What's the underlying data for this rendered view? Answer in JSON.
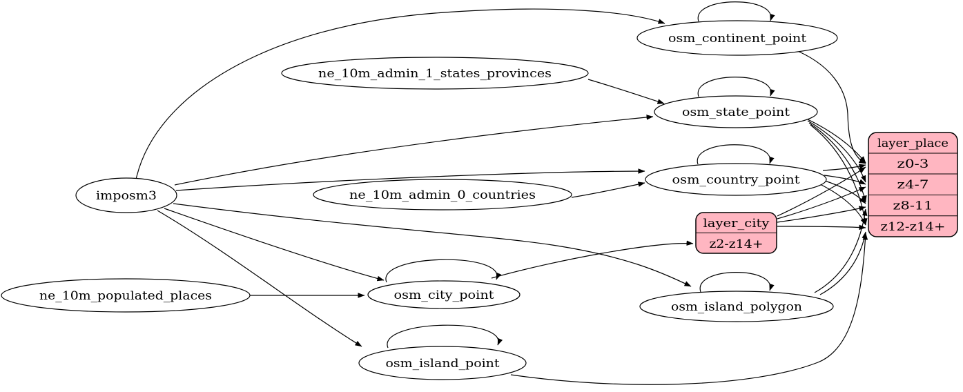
{
  "diagram_type": "etl-mapping-graph",
  "colors": {
    "background": "#ffffff",
    "edge": "#000000",
    "table_fill": "#ffffff",
    "table_stroke": "#000000",
    "layer_fill": "#ffb6c1"
  },
  "nodes": {
    "imposm3": {
      "label": "imposm3"
    },
    "ne_10m_admin_1_states_provinces": {
      "label": "ne_10m_admin_1_states_provinces"
    },
    "ne_10m_admin_0_countries": {
      "label": "ne_10m_admin_0_countries"
    },
    "ne_10m_populated_places": {
      "label": "ne_10m_populated_places"
    },
    "osm_continent_point": {
      "label": "osm_continent_point"
    },
    "osm_state_point": {
      "label": "osm_state_point"
    },
    "osm_country_point": {
      "label": "osm_country_point"
    },
    "osm_city_point": {
      "label": "osm_city_point"
    },
    "osm_island_polygon": {
      "label": "osm_island_polygon"
    },
    "osm_island_point": {
      "label": "osm_island_point"
    }
  },
  "layers": {
    "layer_place": {
      "title": "layer_place",
      "zoom_rows": [
        "z0-3",
        "z4-7",
        "z8-11",
        "z12-z14+"
      ]
    },
    "layer_city": {
      "title": "layer_city",
      "zoom_rows": [
        "z2-z14+"
      ]
    }
  },
  "edges": [
    {
      "from": "imposm3",
      "to": "osm_continent_point"
    },
    {
      "from": "imposm3",
      "to": "osm_state_point"
    },
    {
      "from": "imposm3",
      "to": "osm_country_point"
    },
    {
      "from": "imposm3",
      "to": "osm_city_point"
    },
    {
      "from": "imposm3",
      "to": "osm_island_polygon"
    },
    {
      "from": "imposm3",
      "to": "osm_island_point"
    },
    {
      "from": "ne_10m_admin_1_states_provinces",
      "to": "osm_state_point"
    },
    {
      "from": "ne_10m_admin_0_countries",
      "to": "osm_country_point"
    },
    {
      "from": "ne_10m_populated_places",
      "to": "osm_city_point"
    },
    {
      "from": "osm_continent_point",
      "to": "osm_continent_point"
    },
    {
      "from": "osm_state_point",
      "to": "osm_state_point"
    },
    {
      "from": "osm_country_point",
      "to": "osm_country_point"
    },
    {
      "from": "osm_city_point",
      "to": "osm_city_point"
    },
    {
      "from": "osm_island_polygon",
      "to": "osm_island_polygon"
    },
    {
      "from": "osm_island_point",
      "to": "osm_island_point"
    },
    {
      "from": "osm_continent_point",
      "to": "layer_place:z0-3"
    },
    {
      "from": "osm_state_point",
      "to": "layer_place:z0-3"
    },
    {
      "from": "osm_state_point",
      "to": "layer_place:z4-7"
    },
    {
      "from": "osm_state_point",
      "to": "layer_place:z8-11"
    },
    {
      "from": "osm_state_point",
      "to": "layer_place:z12-z14+"
    },
    {
      "from": "osm_country_point",
      "to": "layer_place:z0-3"
    },
    {
      "from": "osm_country_point",
      "to": "layer_place:z4-7"
    },
    {
      "from": "osm_country_point",
      "to": "layer_place:z8-11"
    },
    {
      "from": "osm_country_point",
      "to": "layer_place:z12-z14+"
    },
    {
      "from": "osm_city_point",
      "to": "layer_city:z2-z14+"
    },
    {
      "from": "layer_city",
      "to": "layer_place:z0-3"
    },
    {
      "from": "layer_city",
      "to": "layer_place:z4-7"
    },
    {
      "from": "layer_city",
      "to": "layer_place:z8-11"
    },
    {
      "from": "layer_city",
      "to": "layer_place:z12-z14+"
    },
    {
      "from": "osm_island_polygon",
      "to": "layer_place:z8-11"
    },
    {
      "from": "osm_island_polygon",
      "to": "layer_place:z12-z14+"
    },
    {
      "from": "osm_island_point",
      "to": "layer_place:z12-z14+"
    }
  ]
}
